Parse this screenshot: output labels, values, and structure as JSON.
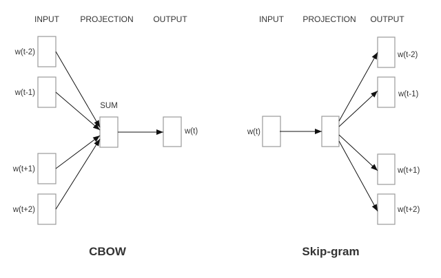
{
  "cbow": {
    "title": "CBOW",
    "headers": {
      "input": "INPUT",
      "projection": "PROJECTION",
      "output": "OUTPUT"
    },
    "projection_label": "SUM",
    "inputs": [
      "w(t-2)",
      "w(t-1)",
      "w(t+1)",
      "w(t+2)"
    ],
    "output": "w(t)"
  },
  "skipgram": {
    "title": "Skip-gram",
    "headers": {
      "input": "INPUT",
      "projection": "PROJECTION",
      "output": "OUTPUT"
    },
    "input": "w(t)",
    "outputs": [
      "w(t-2)",
      "w(t-1)",
      "w(t+1)",
      "w(t+2)"
    ]
  },
  "colors": {
    "text": "#333333",
    "box_stroke": "#9a9a9a",
    "arrow": "#111111"
  }
}
